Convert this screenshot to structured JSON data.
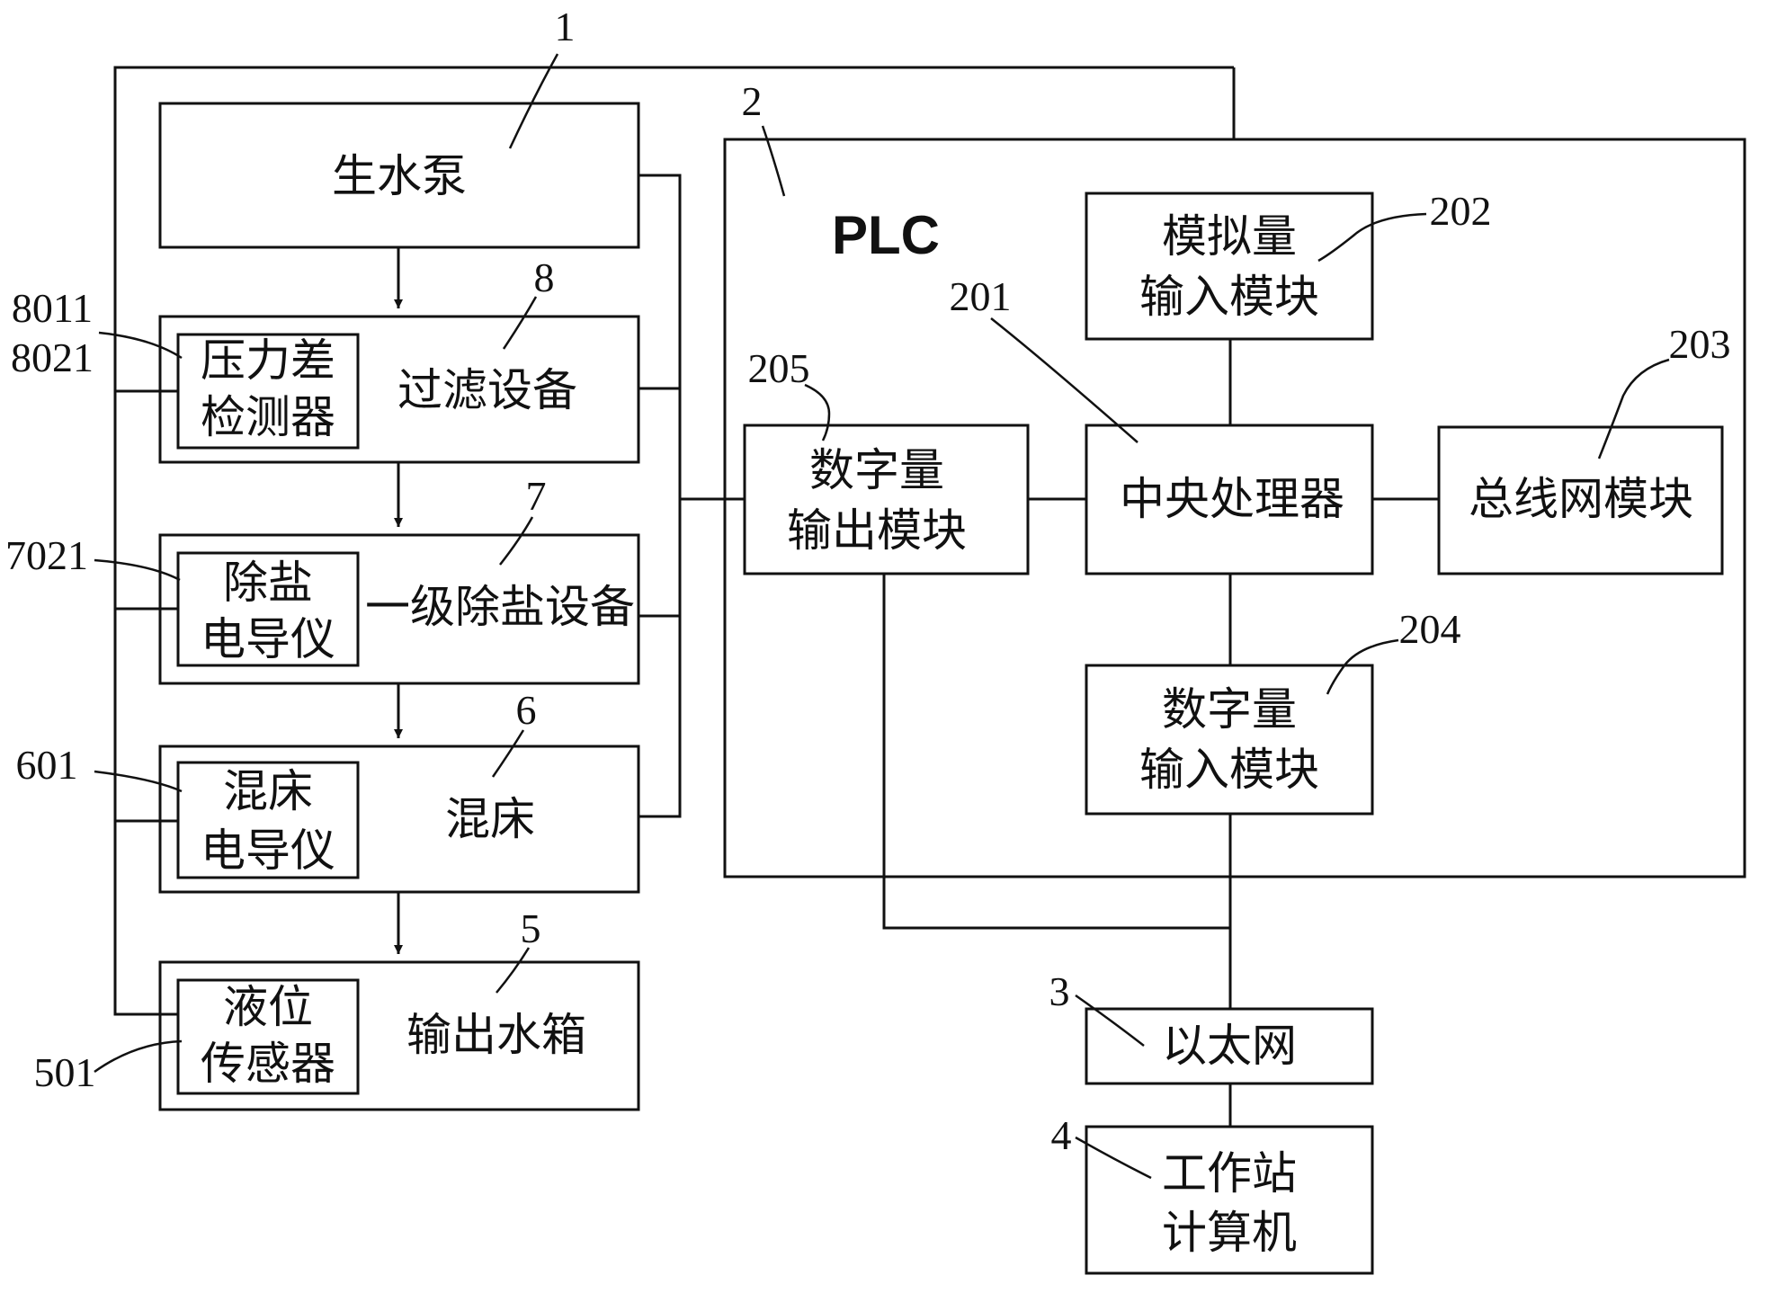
{
  "plc": {
    "label": "PLC"
  },
  "boxes": {
    "raw_pump": "生水泵",
    "filter": "过滤设备",
    "pressure_detector": [
      "压力差",
      "检测器"
    ],
    "desalination": "一级除盐设备",
    "desal_conductivity": [
      "除盐",
      "电导仪"
    ],
    "mixed_bed": "混床",
    "mixed_bed_conductivity": [
      "混床",
      "电导仪"
    ],
    "output_tank": "输出水箱",
    "level_sensor": [
      "液位",
      "传感器"
    ],
    "analog_input": [
      "模拟量",
      "输入模块"
    ],
    "digital_output": [
      "数字量",
      "输出模块"
    ],
    "cpu": "中央处理器",
    "bus_module": "总线网模块",
    "digital_input": [
      "数字量",
      "输入模块"
    ],
    "ethernet": "以太网",
    "workstation": [
      "工作站",
      "计算机"
    ]
  },
  "refs": {
    "r1": "1",
    "r2": "2",
    "r3": "3",
    "r4": "4",
    "r5": "5",
    "r6": "6",
    "r7": "7",
    "r8": "8",
    "r201": "201",
    "r202": "202",
    "r203": "203",
    "r204": "204",
    "r205": "205",
    "r501": "501",
    "r601": "601",
    "r7021": "7021",
    "r8011": "8011",
    "r8021": "8021"
  }
}
